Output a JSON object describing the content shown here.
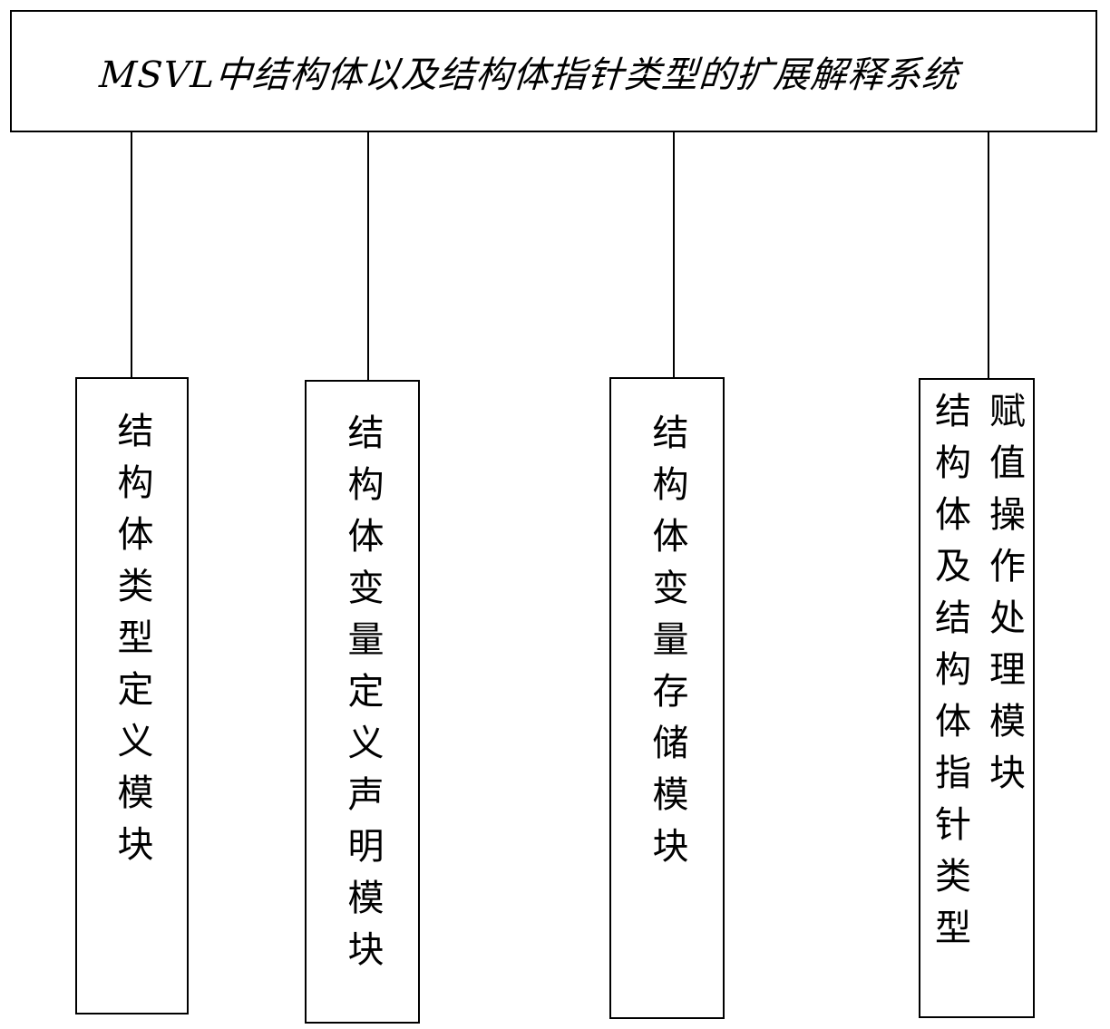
{
  "diagram": {
    "title": "MSVL中结构体以及结构体指针类型的扩展解释系统",
    "modules": [
      {
        "label": "结构体类型定义模块"
      },
      {
        "label": "结构体变量定义声明模块"
      },
      {
        "label": "结构体变量存储模块"
      },
      {
        "label": "结构体及结构体指针类型赋值操作处理模块"
      }
    ],
    "colors": {
      "line": "#000000",
      "background": "#ffffff"
    }
  }
}
